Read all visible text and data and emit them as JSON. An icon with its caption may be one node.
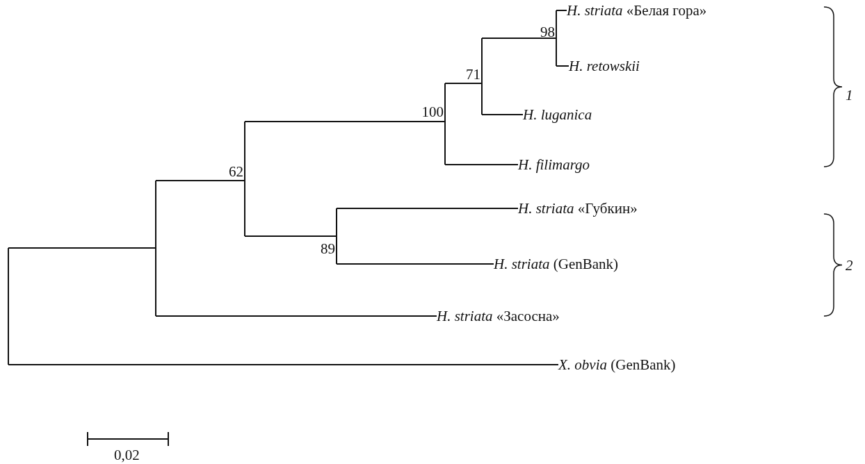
{
  "diagram": {
    "nodes": [
      {
        "text": [],
        "shape": "bar"
      },
      {
        "text": [],
        "shape": "bar"
      },
      {
        "text": [],
        "shape": "bar",
        "beside": [
          "62"
        ]
      },
      {
        "text": [],
        "shape": "bar",
        "beside": [
          "100"
        ]
      },
      {
        "text": [],
        "shape": "bar",
        "beside": [
          "71"
        ]
      },
      {
        "text": [],
        "shape": "bar",
        "beside": [
          "98"
        ]
      },
      {
        "text": [
          "*H. striata* «Белая гора»"
        ]
      },
      {
        "text": [
          "H. retowskii"
        ]
      },
      {
        "text": [
          "H. luganica"
        ]
      },
      {
        "text": [
          "H. filimargo"
        ]
      },
      {
        "text": [],
        "shape": "bar",
        "beside": [
          "89"
        ]
      },
      {
        "text": [
          "*H. striata* «Губкин»"
        ]
      },
      {
        "text": [
          "*H. striata* (GenBank)"
        ]
      },
      {
        "text": [
          "*H. striata* «Засосна»"
        ]
      },
      {
        "text": [
          "*X. obvia* (GenBank)"
        ]
      }
    ],
    "edges": [
      {
        "from": 0,
        "to": 1,
        "arrow": "none"
      },
      {
        "from": 0,
        "to": 14,
        "arrow": "none"
      },
      {
        "from": 1,
        "to": 2,
        "arrow": "none"
      },
      {
        "from": 1,
        "to": 13,
        "arrow": "none"
      },
      {
        "from": 2,
        "to": 3,
        "arrow": "none"
      },
      {
        "from": 2,
        "to": 10,
        "arrow": "none"
      },
      {
        "from": 3,
        "to": 4,
        "arrow": "none"
      },
      {
        "from": 3,
        "to": 9,
        "arrow": "none"
      },
      {
        "from": 4,
        "to": 5,
        "arrow": "none"
      },
      {
        "from": 4,
        "to": 8,
        "arrow": "none"
      },
      {
        "from": 5,
        "to": 6,
        "arrow": "none"
      },
      {
        "from": 5,
        "to": 7,
        "arrow": "none"
      },
      {
        "from": 10,
        "to": 11,
        "arrow": "none"
      },
      {
        "from": 10,
        "to": 12,
        "arrow": "none"
      }
    ],
    "labels": [
      "1",
      "2",
      "0,02"
    ]
  }
}
